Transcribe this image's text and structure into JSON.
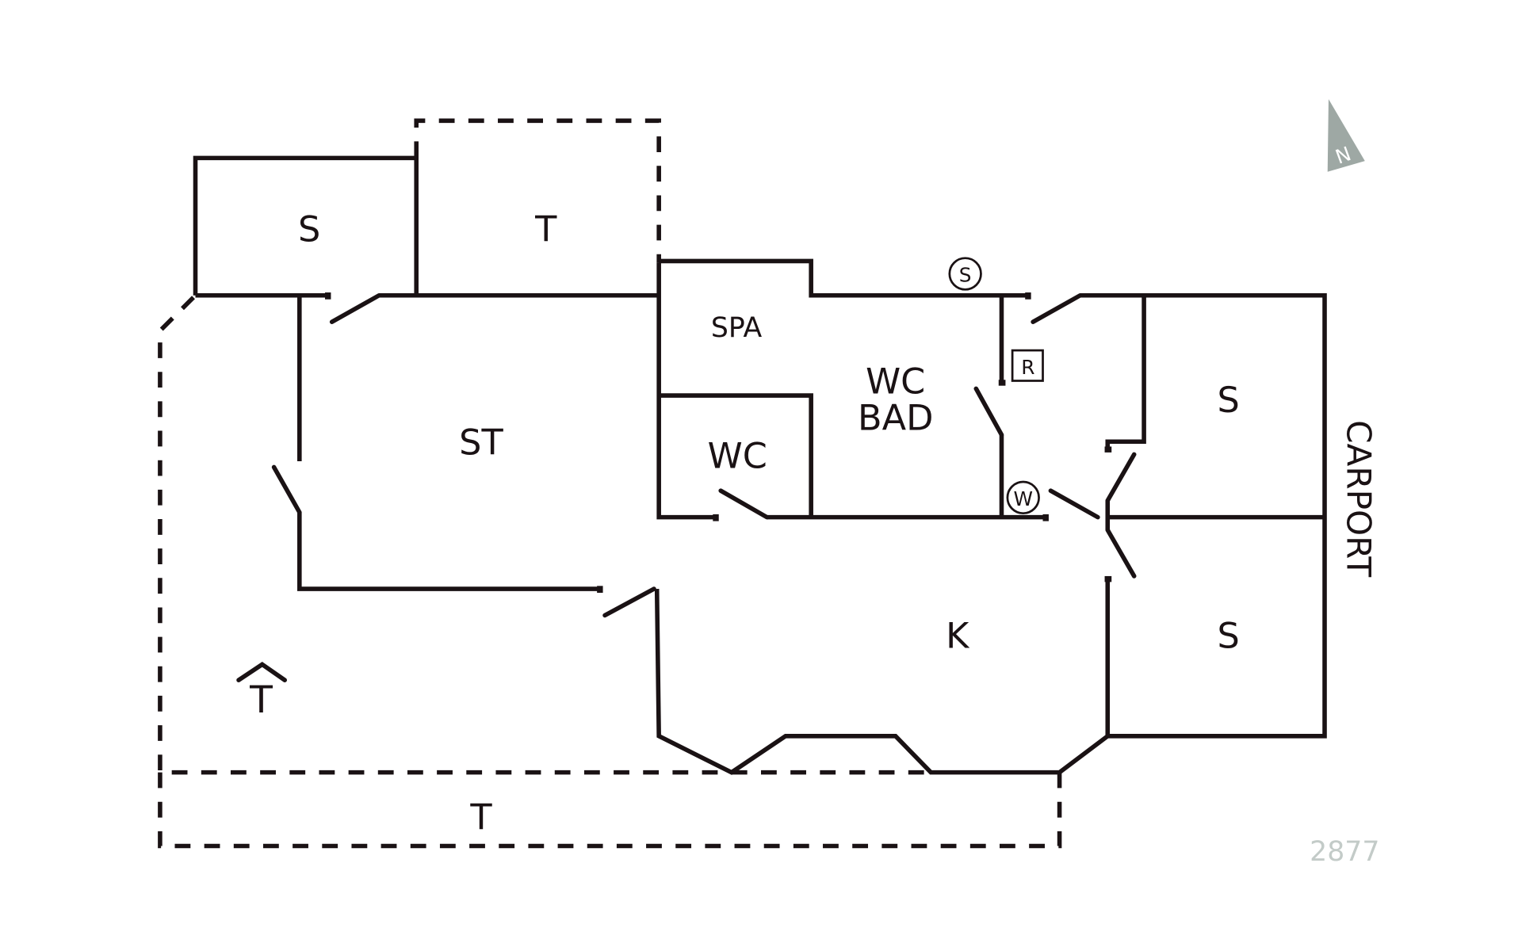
{
  "plan": {
    "rooms": {
      "s_top_left": "S",
      "t_top": "T",
      "spa": "SPA",
      "st": "ST",
      "wc": "WC",
      "wc_bad_line1": "WC",
      "wc_bad_line2": "BAD",
      "s_right_top": "S",
      "s_right_bottom": "S",
      "k": "K",
      "t_bottom": "T",
      "terrace_symbol": "T",
      "carport": "CARPORT"
    },
    "symbols": {
      "s_circle": "S",
      "r_square": "R",
      "w_circle": "W"
    },
    "north_label": "N",
    "reference_number": "2877",
    "colors": {
      "lines": "#1a1214",
      "north_arrow": "#9ea8a4",
      "reference_number": "#c3cbc8"
    }
  }
}
